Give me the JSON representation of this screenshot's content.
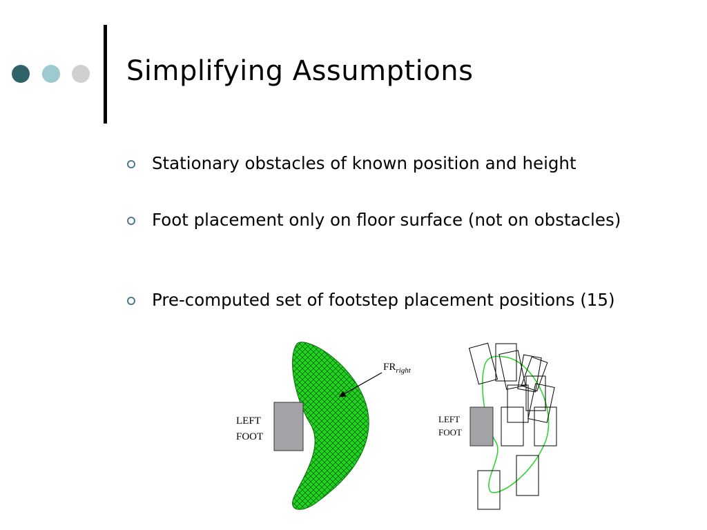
{
  "slide": {
    "title": "Simplifying Assumptions",
    "bullets": [
      {
        "text": "Stationary obstacles of known position and height"
      },
      {
        "text": "Foot placement only on floor surface (not on obstacles)"
      },
      {
        "text": "Pre-computed set of footstep placement positions (15)"
      }
    ]
  },
  "figure": {
    "left_panel": {
      "foot_label_line1": "LEFT",
      "foot_label_line2": "FOOT",
      "region_label_base": "FR",
      "region_label_sub": "right"
    },
    "right_panel": {
      "foot_label_line1": "LEFT",
      "foot_label_line2": "FOOT"
    }
  },
  "colors": {
    "dot_dark": "#2f6368",
    "dot_mid": "#9ccacf",
    "dot_light": "#cfcfcf",
    "region_green": "#22d422",
    "foot_gray": "#a3a3a7",
    "bullet_ring": "#4a7b8c"
  }
}
